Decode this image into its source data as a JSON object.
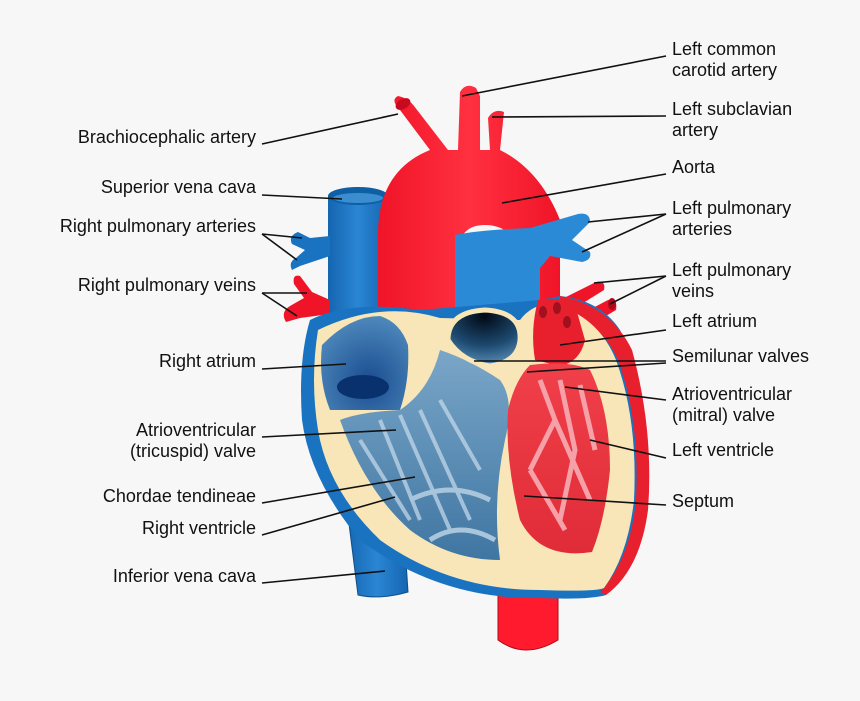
{
  "diagram": {
    "title": "Heart anatomy diagram",
    "colors": {
      "background": "#f7f7f7",
      "artery_red": "#ff1a2e",
      "vein_blue": "#1a73c0",
      "vein_blue_light": "#3a9ae0",
      "wall_cream": "#f8e6b8",
      "right_chamber": "#4a86b8",
      "right_chamber_dark": "#08316e",
      "left_chamber": "#e8303c",
      "left_chamber_light": "#f6a0a8",
      "label_text": "#111111",
      "leader_line": "#111111"
    },
    "labels_left": [
      {
        "id": "brachiocephalic-artery",
        "lines": [
          "Brachiocephalic artery"
        ]
      },
      {
        "id": "superior-vena-cava",
        "lines": [
          "Superior vena cava"
        ]
      },
      {
        "id": "right-pulmonary-arteries",
        "lines": [
          "Right pulmonary arteries"
        ]
      },
      {
        "id": "right-pulmonary-veins",
        "lines": [
          "Right pulmonary veins"
        ]
      },
      {
        "id": "right-atrium",
        "lines": [
          "Right atrium"
        ]
      },
      {
        "id": "tricuspid-valve",
        "lines": [
          "Atrioventricular",
          "(tricuspid) valve"
        ]
      },
      {
        "id": "chordae-tendineae",
        "lines": [
          "Chordae tendineae"
        ]
      },
      {
        "id": "right-ventricle",
        "lines": [
          "Right ventricle"
        ]
      },
      {
        "id": "inferior-vena-cava",
        "lines": [
          "Inferior vena cava"
        ]
      }
    ],
    "labels_right": [
      {
        "id": "left-common-carotid-artery",
        "lines": [
          "Left common",
          "carotid artery"
        ]
      },
      {
        "id": "left-subclavian-artery",
        "lines": [
          "Left subclavian",
          "artery"
        ]
      },
      {
        "id": "aorta",
        "lines": [
          "Aorta"
        ]
      },
      {
        "id": "left-pulmonary-arteries",
        "lines": [
          "Left pulmonary",
          "arteries"
        ]
      },
      {
        "id": "left-pulmonary-veins",
        "lines": [
          "Left pulmonary",
          "veins"
        ]
      },
      {
        "id": "left-atrium",
        "lines": [
          "Left atrium"
        ]
      },
      {
        "id": "semilunar-valves",
        "lines": [
          "Semilunar valves"
        ]
      },
      {
        "id": "mitral-valve",
        "lines": [
          "Atrioventricular",
          "(mitral) valve"
        ]
      },
      {
        "id": "left-ventricle",
        "lines": [
          "Left ventricle"
        ]
      },
      {
        "id": "septum",
        "lines": [
          "Septum"
        ]
      }
    ]
  }
}
